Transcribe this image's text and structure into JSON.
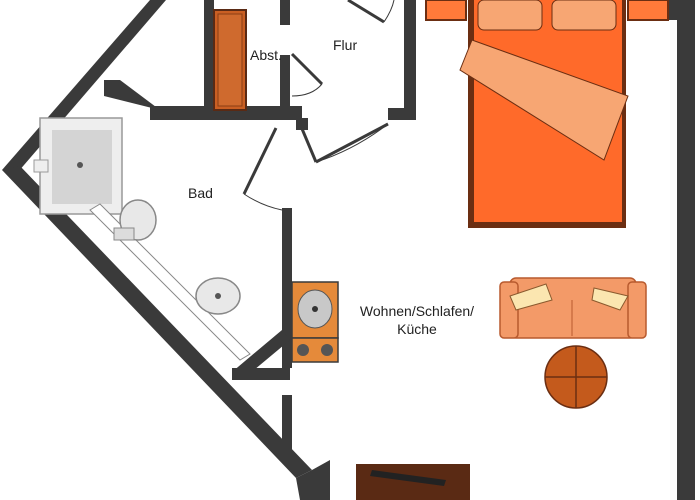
{
  "rooms": {
    "abst": "Abst.",
    "flur": "Flur",
    "bad": "Bad",
    "wohnen_line1": "Wohnen/Schlafen/",
    "wohnen_line2": "Küche"
  },
  "colors": {
    "wall": "#3a3a3a",
    "bed_frame": "#6b2e12",
    "bed_blanket": "#ff6a2a",
    "bed_cover": "#f7a673",
    "sofa": "#f39a68",
    "table": "#c45a1c",
    "cabinet": "#c95f23",
    "kitchen": "#e58a3a",
    "tv_stand": "#5a2a14"
  },
  "icons": [
    "bed",
    "sofa",
    "round-table",
    "shower",
    "toilet",
    "washbasin",
    "kitchen-sink",
    "stove",
    "tv-stand",
    "wardrobe"
  ]
}
